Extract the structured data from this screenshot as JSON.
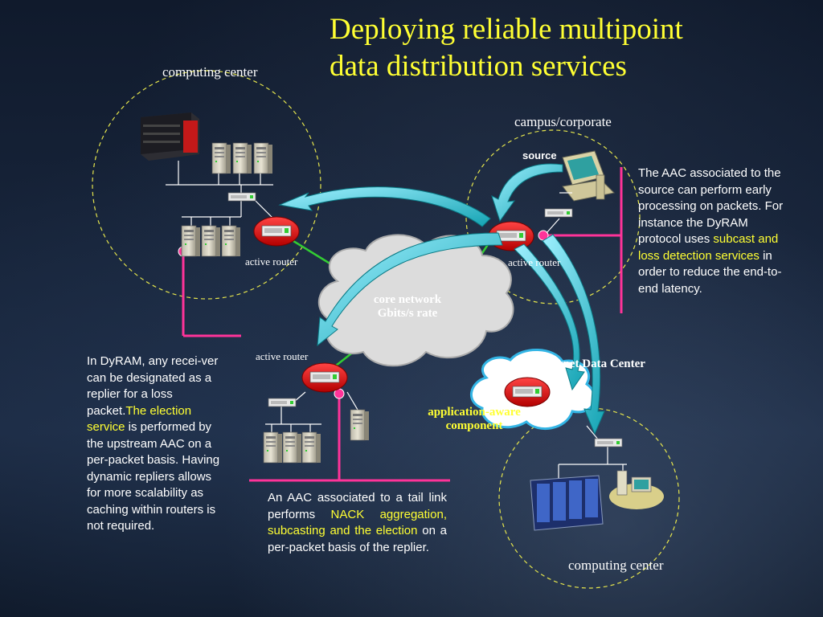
{
  "title_line1": "Deploying reliable multipoint",
  "title_line2": "data distribution services",
  "labels": {
    "computing_center_top": "computing center",
    "campus": "campus/corporate",
    "source": "source",
    "active_router_1": "active router",
    "active_router_2": "active router",
    "active_router_3": "active router",
    "core_network_line1": "core network",
    "core_network_line2": "Gbits/s rate",
    "internet_data_center": "Internet Data Center",
    "app_aware_line1": "application-aware",
    "app_aware_line2": "component",
    "computing_center_bottom": "computing center"
  },
  "text_right": {
    "a": "The AAC associated to the source can perform early processing on packets. For instance the DyRAM protocol uses ",
    "hl": "subcast and loss detection services",
    "b": " in order to reduce the end-to-end latency."
  },
  "text_left": {
    "a": "In DyRAM, any recei-ver can be designated as a replier for a loss packet.",
    "hl": "The election service",
    "b": " is performed by the upstream AAC on a per-packet basis. Having dynamic repliers allows for more scalability as caching within routers is not required."
  },
  "text_bottom": {
    "a": "An AAC associated to a tail link performs ",
    "hl": "NACK aggregation, subcasting and the election",
    "b": " on a per-packet basis of the replier."
  },
  "colors": {
    "title": "#ffff33",
    "highlight": "#ffff33",
    "pink_line": "#ff3399",
    "green_line": "#33cc33",
    "arrow": "#33cccc"
  }
}
